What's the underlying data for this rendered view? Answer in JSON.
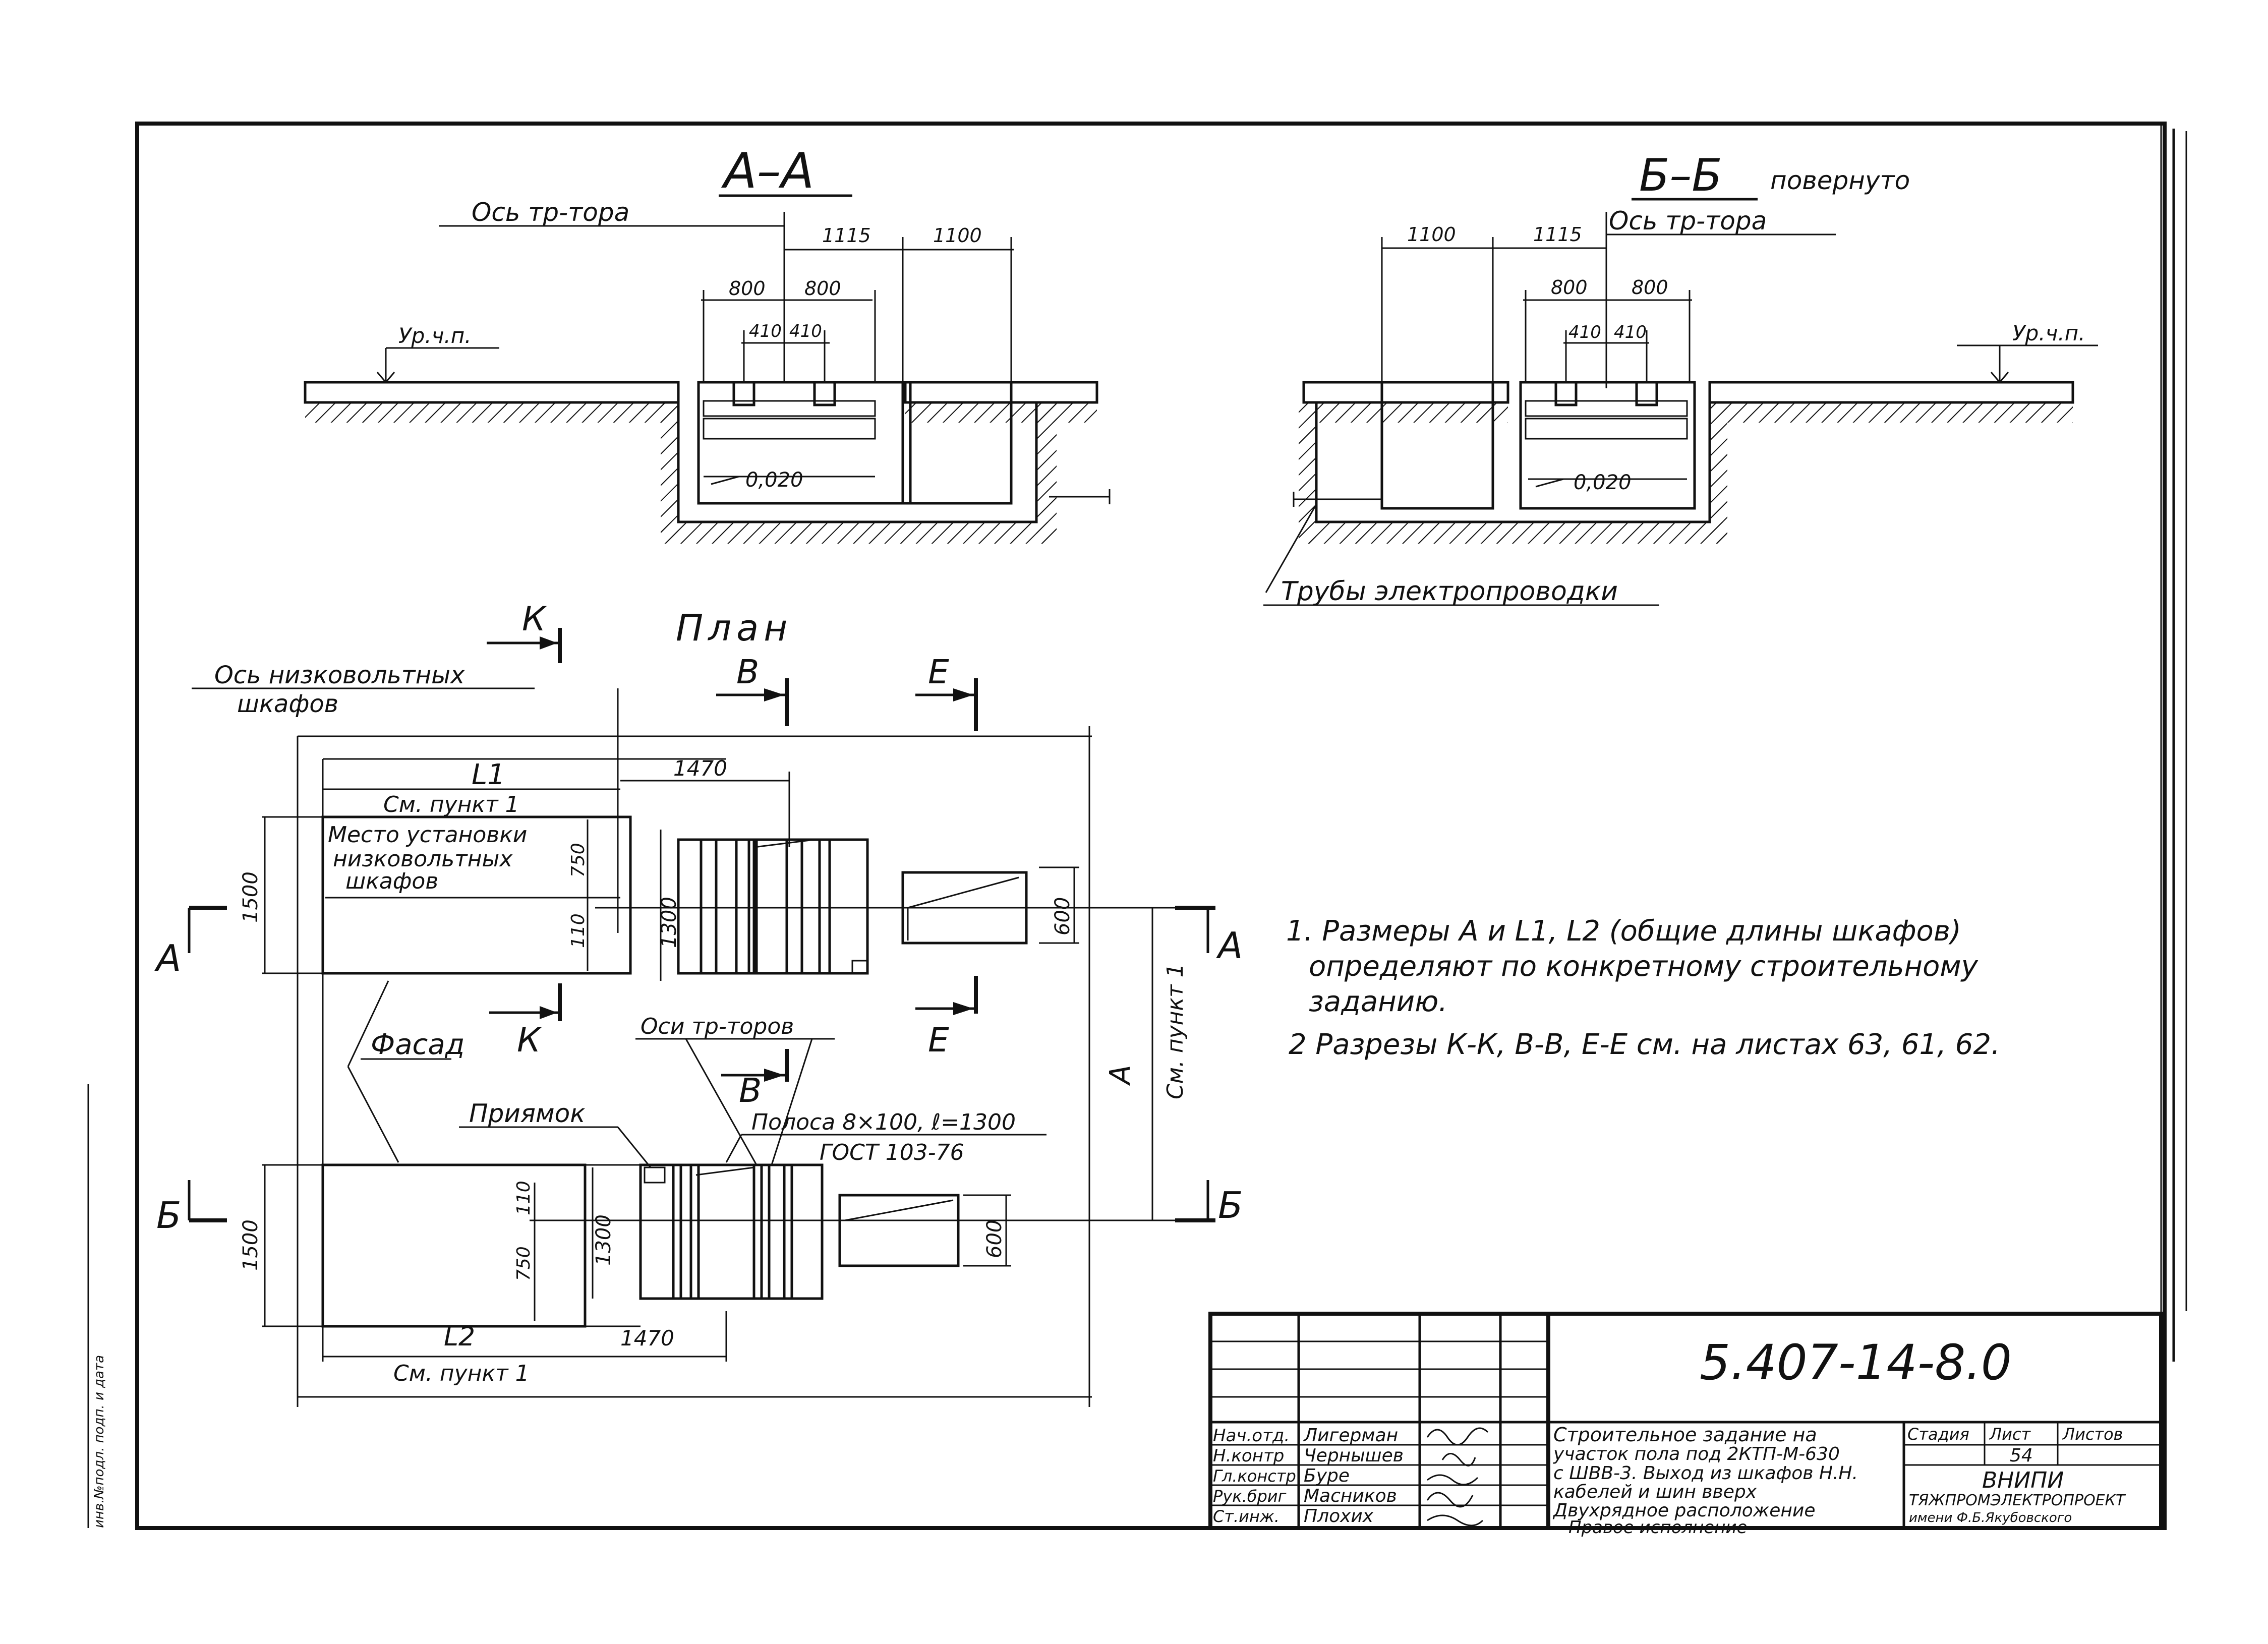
{
  "section_aa": {
    "title": "А–А",
    "axis_label": "Ось тр-тора",
    "floor_level": "Ур.ч.п.",
    "dim_1115": "1115",
    "dim_1100": "1100",
    "dim_800_left": "800",
    "dim_800_right": "800",
    "dim_410_left": "410",
    "dim_410_right": "410",
    "slope": "0,020"
  },
  "section_bb": {
    "title": "Б–Б",
    "subtitle": "повернуто",
    "axis_label": "Ось тр-тора",
    "floor_level": "Ур.ч.п.",
    "dim_1100": "1100",
    "dim_1115": "1115",
    "dim_800_left": "800",
    "dim_800_right": "800",
    "dim_410_left": "410",
    "dim_410_right": "410",
    "slope": "0,020",
    "pipes_label": "Трубы электропроводки"
  },
  "plan": {
    "title": "План",
    "lv_axis_line1": "Ось низковольтных",
    "lv_axis_line2": "шкафов",
    "cut_k_top": "К",
    "cut_k_bottom": "К",
    "cut_v_top": "В",
    "cut_v_bottom": "В",
    "cut_e_top": "Е",
    "cut_e_bottom": "Е",
    "cut_a_left": "А",
    "cut_a_right": "А",
    "cut_b_left": "Б",
    "cut_b_right": "Б",
    "dim_l1": "L1",
    "dim_l2": "L2",
    "see_item_top": "См. пункт 1",
    "see_item_bottom": "См. пункт 1",
    "see_item_vertical": "См. пункт 1",
    "dim_a": "А",
    "dim_1470_top": "1470",
    "dim_1470_bottom": "1470",
    "dim_1500_top": "1500",
    "dim_1500_bottom": "1500",
    "dim_1300_top": "1300",
    "dim_1300_bottom": "1300",
    "dim_600_top": "600",
    "dim_600_bottom": "600",
    "dim_750_top": "750",
    "dim_750_bottom": "750",
    "dim_110_top": "110",
    "dim_110_bottom": "110",
    "lv_place_line1": "Место установки",
    "lv_place_line2": "низковольтных",
    "lv_place_line3": "шкафов",
    "facade": "Фасад",
    "transformer_axes": "Оси тр-торов",
    "pit": "Приямок",
    "strip_line1": "Полоса 8×100, ℓ=1300",
    "strip_line2": "ГОСТ 103-76"
  },
  "notes": {
    "line1": "1. Размеры А и L1, L2 (общие длины шкафов)",
    "line2": "определяют по конкретному строительному",
    "line3": "заданию.",
    "line4": "2 Разрезы К-К, В-В, Е-Е см. на листах 63, 61, 62."
  },
  "title_block": {
    "doc_number": "5.407-14-8.0",
    "rows": [
      {
        "role": "Нач.отд.",
        "name": "Лигерман"
      },
      {
        "role": "Н.контр",
        "name": "Чернышев"
      },
      {
        "role": "Гл.констр",
        "name": "Буре"
      },
      {
        "role": "Рук.бриг",
        "name": "Масников"
      },
      {
        "role": "Ст.инж.",
        "name": "Плохих"
      }
    ],
    "description_line1": "Строительное задание на",
    "description_line2": "участок пола под 2КТП-М-630",
    "description_line3": "с ШВВ-3. Выход из шкафов Н.Н.",
    "description_line4": "кабелей и шин вверх",
    "description_line5": "Двухрядное расположение",
    "description_line6": "Правое исполнение",
    "stage_header": "Стадия",
    "sheet_header": "Лист",
    "sheets_header": "Листов",
    "sheet_value": "54",
    "org_line1": "ВНИПИ",
    "org_line2": "ТЯЖПРОМЭЛЕКТРОПРОЕКТ",
    "org_line3": "имени Ф.Б.Якубовского"
  },
  "margin_text": "инв.№подл.  подп. и дата"
}
